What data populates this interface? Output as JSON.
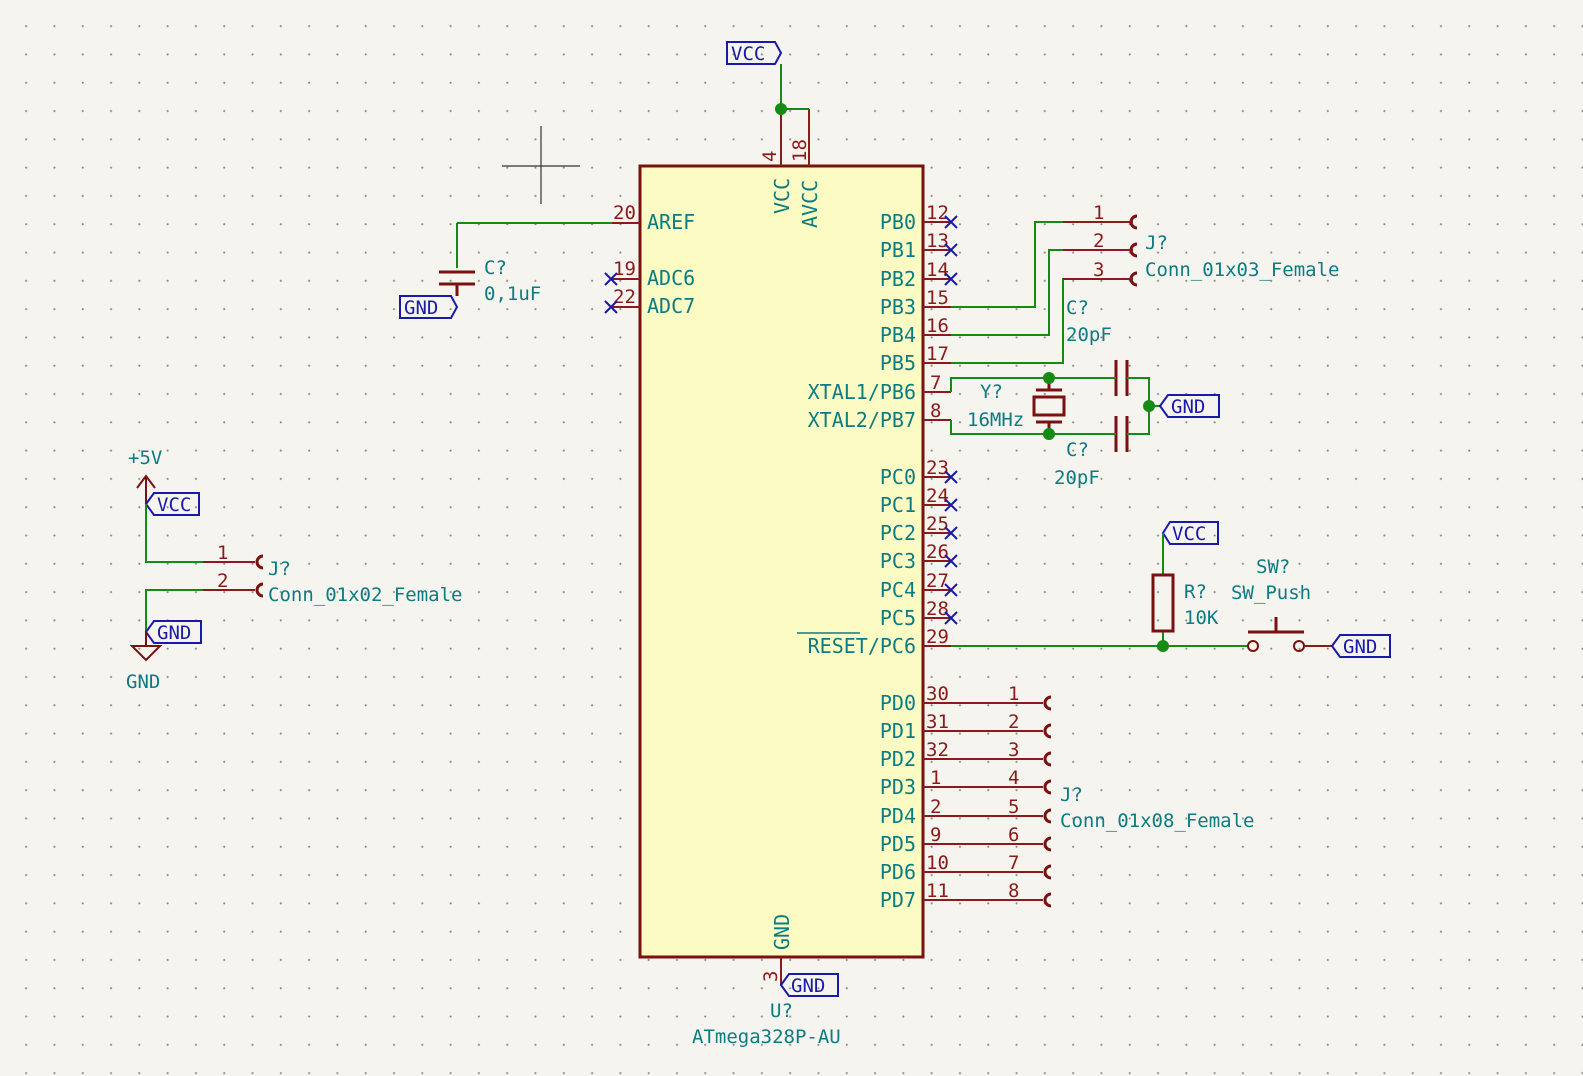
{
  "mcu": {
    "ref": "U?",
    "value": "ATmega328P-AU",
    "top_pins": [
      {
        "num": "4",
        "name": "VCC"
      },
      {
        "num": "18",
        "name": "AVCC"
      }
    ],
    "bottom_pin": {
      "num": "3",
      "name": "GND"
    },
    "left_pins": [
      {
        "num": "20",
        "name": "AREF"
      },
      {
        "num": "19",
        "name": "ADC6"
      },
      {
        "num": "22",
        "name": "ADC7"
      }
    ],
    "right_pins": [
      {
        "num": "12",
        "name": "PB0"
      },
      {
        "num": "13",
        "name": "PB1"
      },
      {
        "num": "14",
        "name": "PB2"
      },
      {
        "num": "15",
        "name": "PB3"
      },
      {
        "num": "16",
        "name": "PB4"
      },
      {
        "num": "17",
        "name": "PB5"
      },
      {
        "num": "7",
        "name": "XTAL1/PB6"
      },
      {
        "num": "8",
        "name": "XTAL2/PB7"
      },
      {
        "num": "23",
        "name": "PC0"
      },
      {
        "num": "24",
        "name": "PC1"
      },
      {
        "num": "25",
        "name": "PC2"
      },
      {
        "num": "26",
        "name": "PC3"
      },
      {
        "num": "27",
        "name": "PC4"
      },
      {
        "num": "28",
        "name": "PC5"
      },
      {
        "num": "29",
        "name": "RESET/PC6"
      },
      {
        "num": "30",
        "name": "PD0"
      },
      {
        "num": "31",
        "name": "PD1"
      },
      {
        "num": "32",
        "name": "PD2"
      },
      {
        "num": "1",
        "name": "PD3"
      },
      {
        "num": "2",
        "name": "PD4"
      },
      {
        "num": "9",
        "name": "PD5"
      },
      {
        "num": "10",
        "name": "PD6"
      },
      {
        "num": "11",
        "name": "PD7"
      }
    ]
  },
  "labels": {
    "vcc": "VCC",
    "gnd": "GND",
    "plus5v": "+5V",
    "gnd_power": "GND"
  },
  "cap_aref": {
    "ref": "C?",
    "value": "0,1uF"
  },
  "cap_x1": {
    "ref": "C?",
    "value": "20pF"
  },
  "cap_x2": {
    "ref": "C?",
    "value": "20pF"
  },
  "crystal": {
    "ref": "Y?",
    "value": "16MHz"
  },
  "resistor": {
    "ref": "R?",
    "value": "10K"
  },
  "switch": {
    "ref": "SW?",
    "value": "SW_Push"
  },
  "conn3": {
    "ref": "J?",
    "value": "Conn_01x03_Female",
    "pins": [
      "1",
      "2",
      "3"
    ]
  },
  "conn2": {
    "ref": "J?",
    "value": "Conn_01x02_Female",
    "pins": [
      "1",
      "2"
    ]
  },
  "conn8": {
    "ref": "J?",
    "value": "Conn_01x08_Female",
    "pins": [
      "1",
      "2",
      "3",
      "4",
      "5",
      "6",
      "7",
      "8"
    ]
  },
  "colors": {
    "wire": "#158a15",
    "pin": "#8c1a1a",
    "text": "#0c7c82",
    "label": "#1a1aa8",
    "body": "#fbfbc3"
  }
}
